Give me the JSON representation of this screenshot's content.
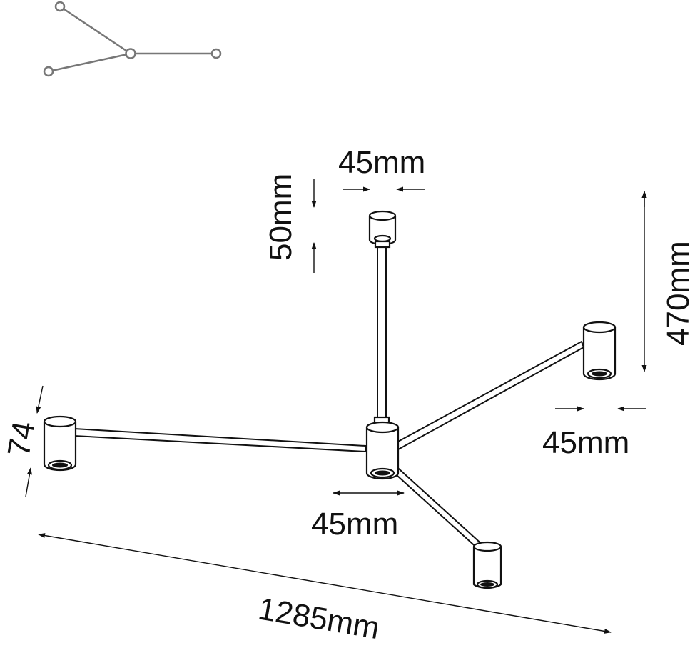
{
  "labels": {
    "top_width": "45mm",
    "top_height": "50mm",
    "height": "470mm",
    "right_width": "45mm",
    "center_width": "45mm",
    "left_height": "74",
    "span": "1285mm"
  },
  "icons": {
    "layout_icon": "branch-layout-icon"
  },
  "colors": {
    "line": "#111111",
    "icon": "#777777",
    "background": "#ffffff"
  }
}
